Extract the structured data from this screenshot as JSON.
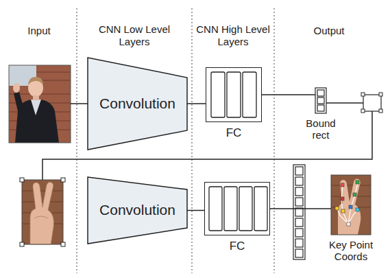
{
  "diagram": {
    "nodes": [
      {
        "text": [
          "Convolution"
        ]
      },
      {
        "text": [
          "FC"
        ]
      },
      {
        "text": [
          "Bound rect"
        ]
      },
      {
        "text": [
          "Convolution"
        ]
      },
      {
        "text": [
          "FC"
        ]
      },
      {
        "text": [
          "Key Point Coords"
        ]
      }
    ],
    "edges": [
      {
        "from": 0,
        "to": 1,
        "arrow": "none"
      },
      {
        "from": 1,
        "to": 2,
        "arrow": "none"
      },
      {
        "from": 3,
        "to": 4,
        "arrow": "none"
      },
      {
        "from": 4,
        "to": 5,
        "arrow": "none"
      }
    ],
    "labels": [
      "Input",
      "CNN Low Level Layers",
      "CNN High Level Layers",
      "Output"
    ]
  }
}
